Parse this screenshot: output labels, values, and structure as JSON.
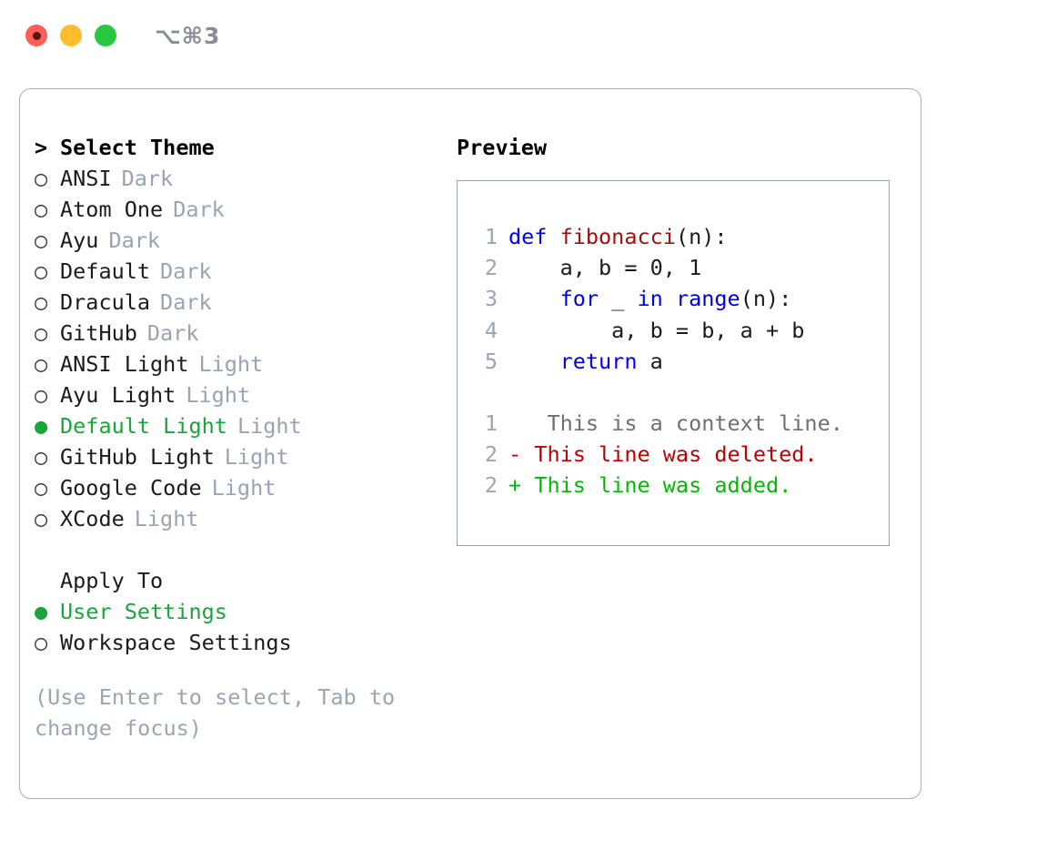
{
  "titlebar": {
    "lights": [
      {
        "name": "close-button",
        "color": "#ff5f57"
      },
      {
        "name": "minimize-button",
        "color": "#ffbd2e"
      },
      {
        "name": "maximize-button",
        "color": "#28c840"
      }
    ],
    "shortcut": "⌥⌘3"
  },
  "theme_selector": {
    "header_marker": ">",
    "header": "Select Theme",
    "unselected_marker": "○",
    "selected_marker": "●",
    "items": [
      {
        "marker": "○",
        "name": "ANSI",
        "tag": "Dark",
        "selected": false
      },
      {
        "marker": "○",
        "name": "Atom One",
        "tag": "Dark",
        "selected": false
      },
      {
        "marker": "○",
        "name": "Ayu",
        "tag": "Dark",
        "selected": false
      },
      {
        "marker": "○",
        "name": "Default",
        "tag": "Dark",
        "selected": false
      },
      {
        "marker": "○",
        "name": "Dracula",
        "tag": "Dark",
        "selected": false
      },
      {
        "marker": "○",
        "name": "GitHub",
        "tag": "Dark",
        "selected": false
      },
      {
        "marker": "○",
        "name": "ANSI Light",
        "tag": "Light",
        "selected": false
      },
      {
        "marker": "○",
        "name": "Ayu Light",
        "tag": "Light",
        "selected": false
      },
      {
        "marker": "●",
        "name": "Default Light",
        "tag": "Light",
        "selected": true
      },
      {
        "marker": "○",
        "name": "GitHub Light",
        "tag": "Light",
        "selected": false
      },
      {
        "marker": "○",
        "name": "Google Code",
        "tag": "Light",
        "selected": false
      },
      {
        "marker": "○",
        "name": "XCode",
        "tag": "Light",
        "selected": false
      }
    ]
  },
  "apply_to": {
    "title": "Apply To",
    "options": [
      {
        "marker": "●",
        "label": "User Settings",
        "selected": true
      },
      {
        "marker": "○",
        "label": "Workspace Settings",
        "selected": false
      }
    ]
  },
  "hint": "(Use Enter to select, Tab to change focus)",
  "preview": {
    "title": "Preview",
    "code_lines": [
      {
        "number": "1",
        "tokens": [
          {
            "text": "def ",
            "type": "kw"
          },
          {
            "text": "fibonacci",
            "type": "fn"
          },
          {
            "text": "(n):",
            "type": "txt"
          }
        ]
      },
      {
        "number": "2",
        "tokens": [
          {
            "text": "    a, b = 0, 1",
            "type": "txt"
          }
        ]
      },
      {
        "number": "3",
        "tokens": [
          {
            "text": "    ",
            "type": "txt"
          },
          {
            "text": "for",
            "type": "kw"
          },
          {
            "text": " _ ",
            "type": "txt"
          },
          {
            "text": "in",
            "type": "kw"
          },
          {
            "text": " ",
            "type": "txt"
          },
          {
            "text": "range",
            "type": "bi"
          },
          {
            "text": "(n):",
            "type": "txt"
          }
        ]
      },
      {
        "number": "4",
        "tokens": [
          {
            "text": "        a, b = b, a + b",
            "type": "txt"
          }
        ]
      },
      {
        "number": "5",
        "tokens": [
          {
            "text": "    ",
            "type": "txt"
          },
          {
            "text": "return",
            "type": "kw"
          },
          {
            "text": " a",
            "type": "txt"
          }
        ]
      }
    ],
    "diff_lines": [
      {
        "number": "1",
        "marker": " ",
        "text": "  This is a context line.",
        "type": "context"
      },
      {
        "number": "2",
        "marker": "-",
        "text": " This line was deleted.",
        "type": "deleted"
      },
      {
        "number": "2",
        "marker": "+",
        "text": " This line was added.",
        "type": "added"
      }
    ]
  },
  "colors": {
    "selected_green": "#18a63b",
    "tag_gray": "#98a3b3",
    "keyword_blue": "#0000ee",
    "function_red": "#a01010",
    "diff_added": "#00bb00",
    "diff_deleted": "#c00000",
    "border": "#a5aebc"
  }
}
